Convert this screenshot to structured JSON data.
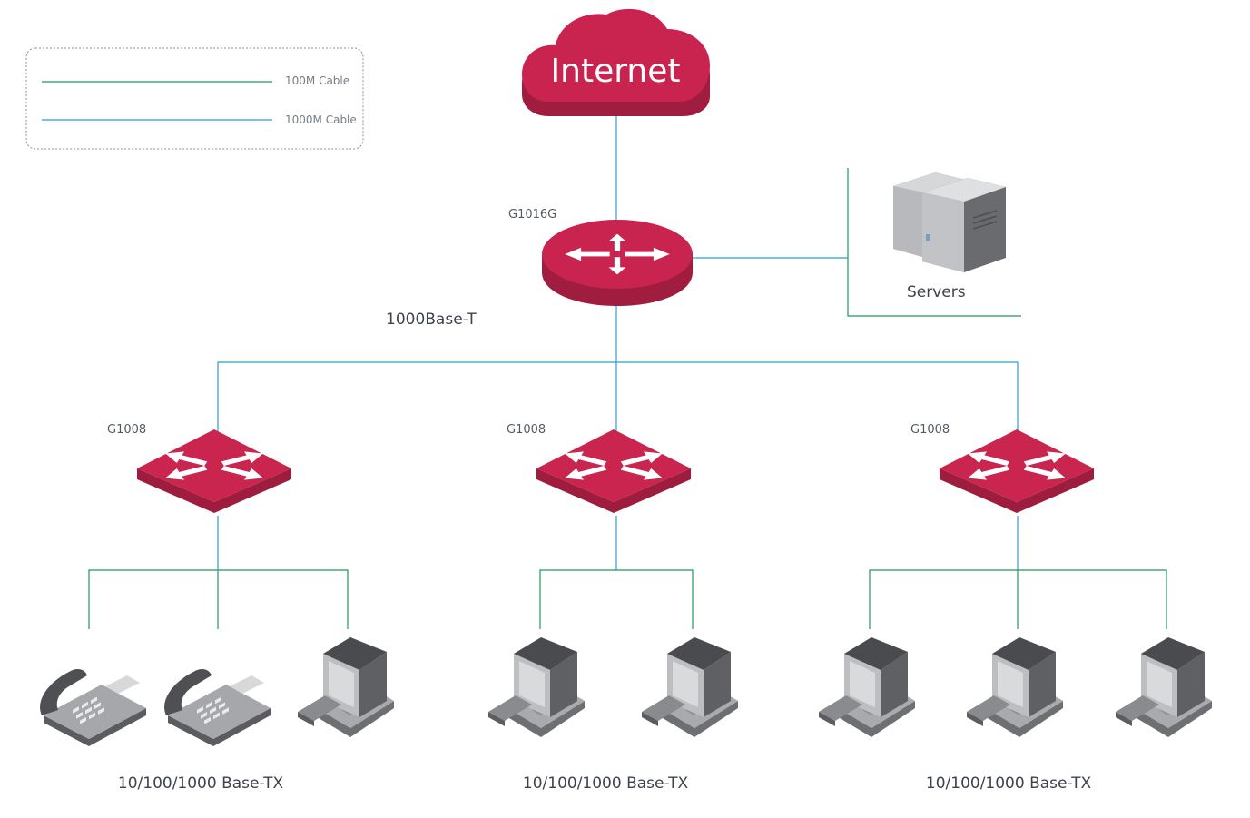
{
  "legend": {
    "items": [
      {
        "label": "100M   Cable",
        "color": "#1f9a5a"
      },
      {
        "label": "1000M Cable",
        "color": "#2aa0cf"
      }
    ]
  },
  "colors": {
    "device": "#c8244f",
    "device_side": "#a01d40",
    "cable_100m": "#1f9a5a",
    "cable_1000m": "#2aa0cf"
  },
  "internet": {
    "label": "Internet"
  },
  "core": {
    "model": "G1016G",
    "uplink_label": "1000Base-T"
  },
  "servers": {
    "label": "Servers"
  },
  "access_switches": [
    {
      "model": "G1008",
      "port_label": "10/100/1000 Base-TX",
      "endpoints": [
        "phone-icon",
        "phone-icon",
        "computer-icon"
      ]
    },
    {
      "model": "G1008",
      "port_label": "10/100/1000 Base-TX",
      "endpoints": [
        "computer-icon",
        "computer-icon"
      ]
    },
    {
      "model": "G1008",
      "port_label": "10/100/1000 Base-TX",
      "endpoints": [
        "computer-icon",
        "computer-icon",
        "computer-icon"
      ]
    }
  ]
}
